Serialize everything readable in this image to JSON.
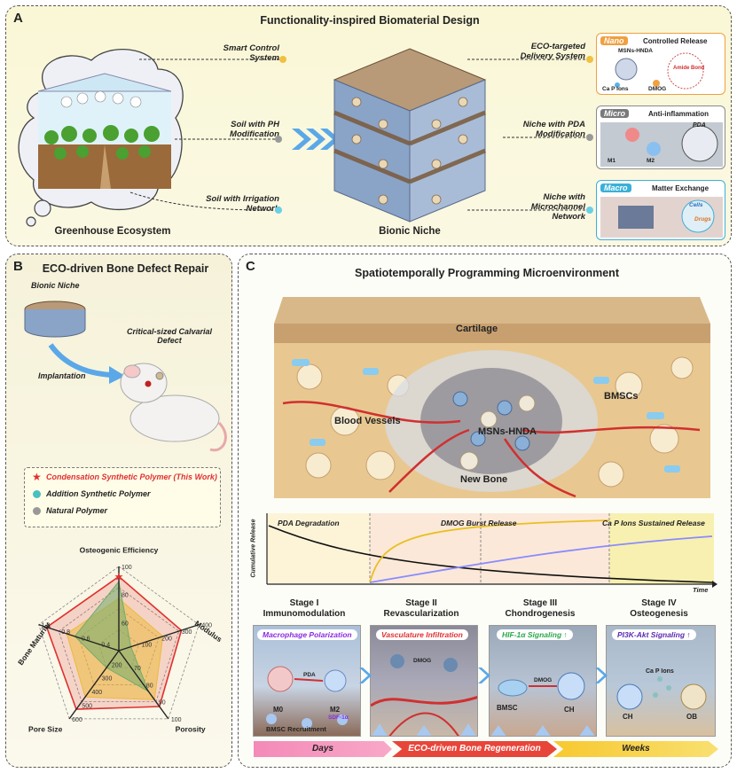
{
  "panelA": {
    "letter": "A",
    "title": "Functionality-inspired Biomaterial Design",
    "greenhouse_caption": "Greenhouse Ecosystem",
    "niche_caption": "Bionic Niche",
    "left_labels": [
      "Smart Control System",
      "Soil with PH Modification",
      "Soil with Irrigation Network"
    ],
    "right_labels": [
      "ECO-targeted Delivery System",
      "Niche with PDA Modification",
      "Niche with Microchannel Network"
    ],
    "scales": [
      {
        "tag": "Nano",
        "title": "Controlled Release",
        "items": [
          "MSNs-HNDA",
          "Ca P Ions",
          "DMOG",
          "Amide Bond"
        ],
        "color": "#f0a040"
      },
      {
        "tag": "Micro",
        "title": "Anti-inflammation",
        "items": [
          "PDA",
          "M1",
          "M2"
        ],
        "color": "#8a8a8a"
      },
      {
        "tag": "Macro",
        "title": "Matter Exchange",
        "items": [
          "Cells",
          "Drugs"
        ],
        "color": "#3ab0d8"
      }
    ]
  },
  "panelB": {
    "letter": "B",
    "title": "ECO-driven Bone Defect Repair",
    "bionic_niche": "Bionic Niche",
    "defect": "Critical-sized Calvarial Defect",
    "implantation": "Implantation",
    "legend": [
      "Condensation Synthetic Polymer (This Work)",
      "Addition Synthetic Polymer",
      "Natural Polymer"
    ],
    "legend_colors": [
      "#e03030",
      "#4ac0c0",
      "#888888"
    ]
  },
  "panelC": {
    "letter": "C",
    "title": "Spatiotemporally Programming Microenvironment",
    "tissue_labels": [
      "Cartilage",
      "Blood Vessels",
      "MSNs-HNDA",
      "BMSCs",
      "New Bone"
    ],
    "release_phases": [
      "PDA Degradation",
      "DMOG Burst Release",
      "Ca P Ions Sustained Release"
    ],
    "ylabel": "Cumulative Release",
    "xlabel": "Time",
    "stages": [
      {
        "num": "Stage I",
        "name": "Immunomodulation"
      },
      {
        "num": "Stage II",
        "name": "Revascularization"
      },
      {
        "num": "Stage III",
        "name": "Chondrogenesis"
      },
      {
        "num": "Stage IV",
        "name": "Osteogenesis"
      }
    ],
    "stage_tags": [
      "Macrophage Polarization",
      "Vasculature Infiltration",
      "HIF-1α Signaling ↑",
      "PI3K-Akt Signaling ↑"
    ],
    "stage_tag_colors": [
      "#8a2be2",
      "#e03030",
      "#2aa84a",
      "#5a2ab0"
    ],
    "stage_labels": [
      [
        "M0",
        "PDA",
        "M2",
        "SDF-1α",
        "BMSC Recruitment"
      ],
      [
        "DMOG"
      ],
      [
        "BMSC",
        "DMOG",
        "CH"
      ],
      [
        "Ca P Ions",
        "CH",
        "OB"
      ]
    ],
    "timeline": [
      "Days",
      "ECO-driven Bone Regeneration",
      "Weeks"
    ]
  },
  "chart_data": {
    "type": "radar",
    "axes": [
      {
        "label": "Osteogenic Efficiency",
        "ticks": [
          "60",
          "80",
          "100"
        ]
      },
      {
        "label": "Modulus",
        "ticks": [
          "100",
          "200",
          "300",
          "400"
        ]
      },
      {
        "label": "Porosity",
        "ticks": [
          "70",
          "80",
          "90",
          "100"
        ]
      },
      {
        "label": "Pore Size",
        "ticks": [
          "200",
          "300",
          "400",
          "500",
          "600"
        ]
      },
      {
        "label": "Bone Maturity",
        "ticks": [
          "0.4",
          "0.6",
          "0.8",
          "1.0"
        ]
      }
    ],
    "series": [
      {
        "name": "Condensation Synthetic Polymer (This Work)",
        "values": [
          0.88,
          0.78,
          0.82,
          0.86,
          0.9
        ],
        "color": "#e03030"
      },
      {
        "name": "Addition Synthetic Polymer",
        "values": [
          0.62,
          0.55,
          0.72,
          0.68,
          0.65
        ],
        "color": "#f0d840"
      },
      {
        "name": "Natural Polymer",
        "values": [
          0.82,
          0.15,
          0.6,
          0.25,
          0.55
        ],
        "color": "#5ac878"
      }
    ]
  }
}
